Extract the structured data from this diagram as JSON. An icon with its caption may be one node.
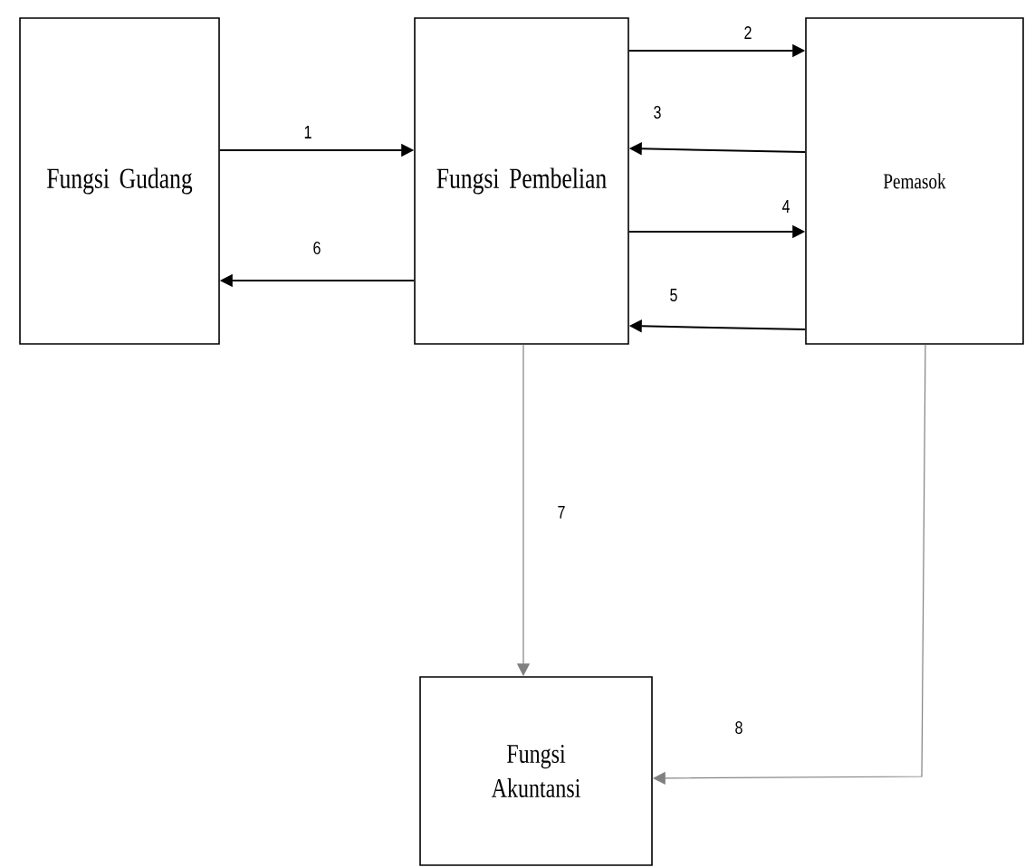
{
  "diagram": {
    "nodes": [
      {
        "text": [
          "Fungsi Gudang"
        ]
      },
      {
        "text": [
          "Fungsi Pembelian"
        ]
      },
      {
        "text": [
          "Pemasok"
        ]
      },
      {
        "text": [
          "Fungsi Akuntansi"
        ]
      }
    ],
    "edges": [
      {
        "from": 0,
        "to": 1,
        "arrow": "to",
        "label": "1"
      },
      {
        "from": 1,
        "to": 2,
        "arrow": "to",
        "label": "2"
      },
      {
        "from": 2,
        "to": 1,
        "arrow": "to",
        "label": "3"
      },
      {
        "from": 1,
        "to": 2,
        "arrow": "to",
        "label": "4"
      },
      {
        "from": 2,
        "to": 1,
        "arrow": "to",
        "label": "5"
      },
      {
        "from": 1,
        "to": 0,
        "arrow": "to",
        "label": "6"
      },
      {
        "from": 1,
        "to": 3,
        "arrow": "to",
        "label": "7",
        "color": "#808080"
      },
      {
        "from": 2,
        "to": 3,
        "arrow": "to",
        "label": "8",
        "color": "#808080"
      }
    ]
  }
}
